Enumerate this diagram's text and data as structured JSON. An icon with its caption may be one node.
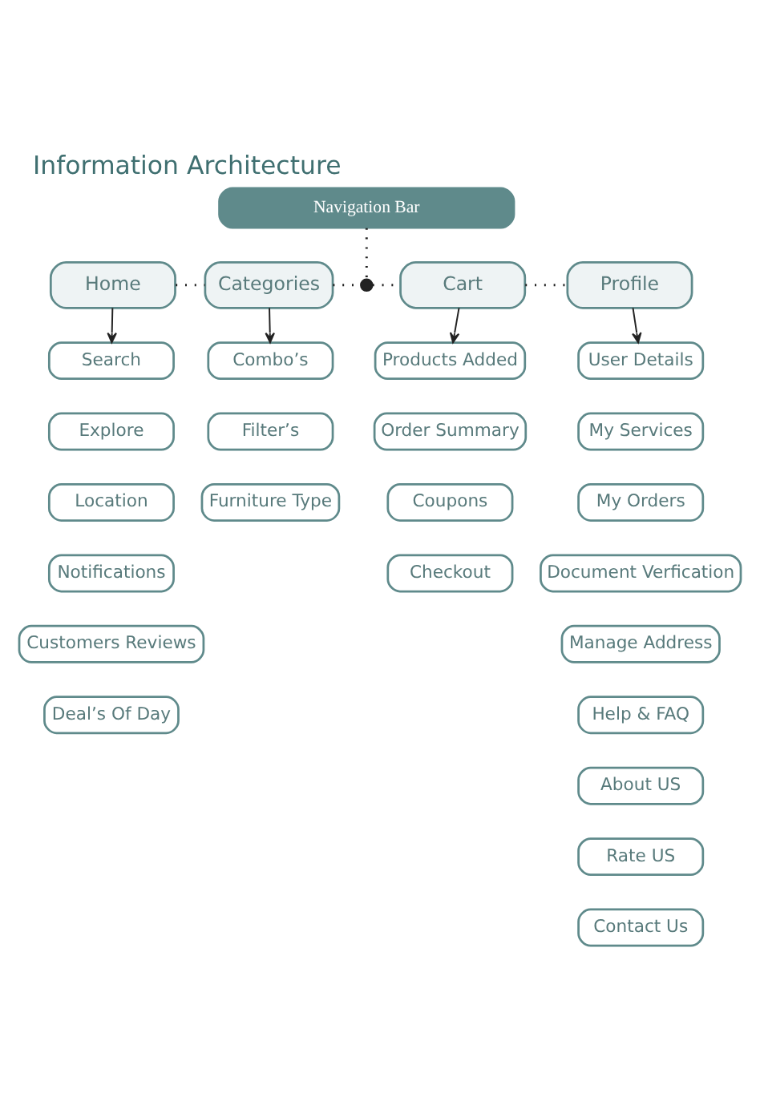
{
  "diagram": {
    "title": "Information Architecture",
    "nodes": [
      {
        "text": [
          "Navigation Bar"
        ]
      },
      {
        "text": [
          "Home"
        ]
      },
      {
        "text": [
          "Categories"
        ]
      },
      {
        "text": [],
        "shape": "circle"
      },
      {
        "text": [
          "Cart"
        ]
      },
      {
        "text": [
          "Profile"
        ]
      },
      {
        "text": [
          "Search"
        ]
      },
      {
        "text": [
          "Explore"
        ]
      },
      {
        "text": [
          "Location"
        ]
      },
      {
        "text": [
          "Notifications"
        ]
      },
      {
        "text": [
          "Customers Reviews"
        ]
      },
      {
        "text": [
          "Deal’s Of Day"
        ]
      },
      {
        "text": [
          "Combo’s"
        ]
      },
      {
        "text": [
          "Filter’s"
        ]
      },
      {
        "text": [
          "Furniture Type"
        ]
      },
      {
        "text": [
          "Products Added"
        ]
      },
      {
        "text": [
          "Order Summary"
        ]
      },
      {
        "text": [
          "Coupons"
        ]
      },
      {
        "text": [
          "Checkout"
        ]
      },
      {
        "text": [
          "User Details"
        ]
      },
      {
        "text": [
          "My Services"
        ]
      },
      {
        "text": [
          "My Orders"
        ]
      },
      {
        "text": [
          "Document Verfication"
        ]
      },
      {
        "text": [
          "Manage Address"
        ]
      },
      {
        "text": [
          "Help & FAQ"
        ]
      },
      {
        "text": [
          "About US"
        ]
      },
      {
        "text": [
          "Rate US"
        ]
      },
      {
        "text": [
          "Contact Us"
        ]
      }
    ],
    "edges": [
      {
        "from": 0,
        "to": 3,
        "arrow": "none",
        "style": "dashed"
      },
      {
        "from": 1,
        "to": 2,
        "arrow": "none",
        "style": "dashed"
      },
      {
        "from": 2,
        "to": 3,
        "arrow": "none",
        "style": "dashed"
      },
      {
        "from": 3,
        "to": 4,
        "arrow": "none",
        "style": "dashed"
      },
      {
        "from": 4,
        "to": 5,
        "arrow": "none",
        "style": "dashed"
      },
      {
        "from": 1,
        "to": 6,
        "arrow": "to"
      },
      {
        "from": 2,
        "to": 12,
        "arrow": "to"
      },
      {
        "from": 4,
        "to": 15,
        "arrow": "to"
      },
      {
        "from": 5,
        "to": 19,
        "arrow": "to"
      }
    ]
  }
}
